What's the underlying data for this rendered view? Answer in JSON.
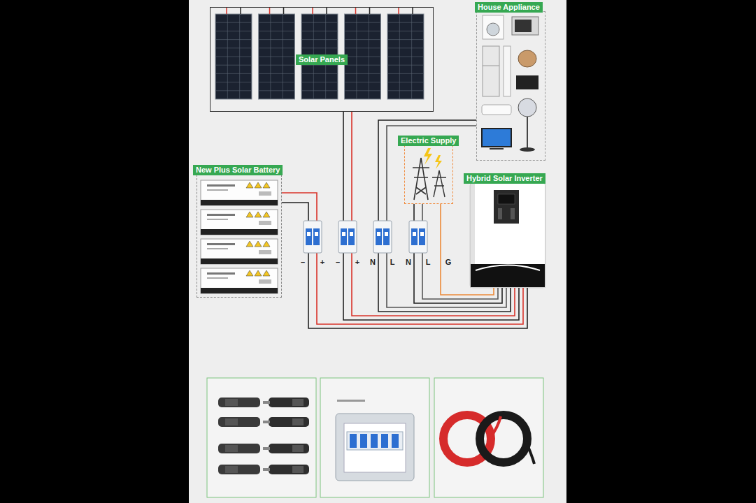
{
  "diagram": {
    "nodes": [
      {
        "text": [
          "Solar Panels"
        ]
      },
      {
        "text": [
          "House Appliance"
        ]
      },
      {
        "text": [
          "Electric Supply"
        ]
      },
      {
        "text": [
          "New Plus Solar Battery"
        ]
      },
      {
        "text": [
          "Hybrid Solar Inverter"
        ]
      }
    ],
    "edges": [
      {
        "from": 0,
        "to": 4,
        "arrow": "none"
      },
      {
        "from": 3,
        "to": 4,
        "arrow": "none"
      },
      {
        "from": 2,
        "to": 4,
        "arrow": "none"
      },
      {
        "from": 1,
        "to": 4,
        "arrow": "none"
      }
    ],
    "labels": [
      "–",
      "+",
      "–",
      "+",
      "N",
      "L",
      "N",
      "L",
      "G"
    ]
  }
}
